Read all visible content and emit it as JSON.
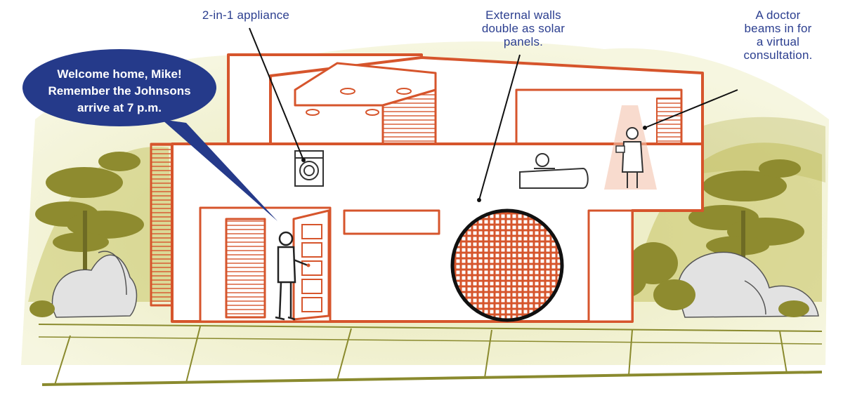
{
  "callouts": {
    "appliance": "2-in-1 appliance",
    "solar_walls": "External walls\ndouble as solar\npanels.",
    "doctor": "A doctor\nbeams in for\na virtual\nconsultation."
  },
  "speech_bubble": "Welcome home, Mike!\nRemember the Johnsons\narrive at 7 p.m.",
  "colors": {
    "house_outline": "#d6552c",
    "label_text": "#2b3e8f",
    "bubble_fill": "#253a8a",
    "landscape": "#9c9a3a",
    "ground_line": "#8a8a2e"
  }
}
